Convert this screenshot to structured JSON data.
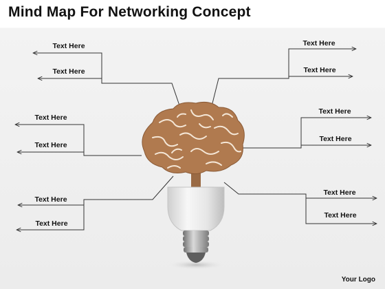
{
  "title": "Mind Map For Networking Concept",
  "logo_text": "Your Logo",
  "branches": [
    {
      "label": "Text Here"
    },
    {
      "label": "Text Here"
    },
    {
      "label": "Text Here"
    },
    {
      "label": "Text Here"
    },
    {
      "label": "Text Here"
    },
    {
      "label": "Text Here"
    },
    {
      "label": "Text Here"
    },
    {
      "label": "Text Here"
    },
    {
      "label": "Text Here"
    },
    {
      "label": "Text Here"
    },
    {
      "label": "Text Here"
    },
    {
      "label": "Text Here"
    }
  ],
  "icons": {
    "center": "brain-lightbulb-icon"
  },
  "colors": {
    "brain": "#b07a4f",
    "brain_vein": "#f4e6d6",
    "lines": "#333333",
    "bulb_glass": "#e8e8e8",
    "screw": "#9a9a9a"
  }
}
